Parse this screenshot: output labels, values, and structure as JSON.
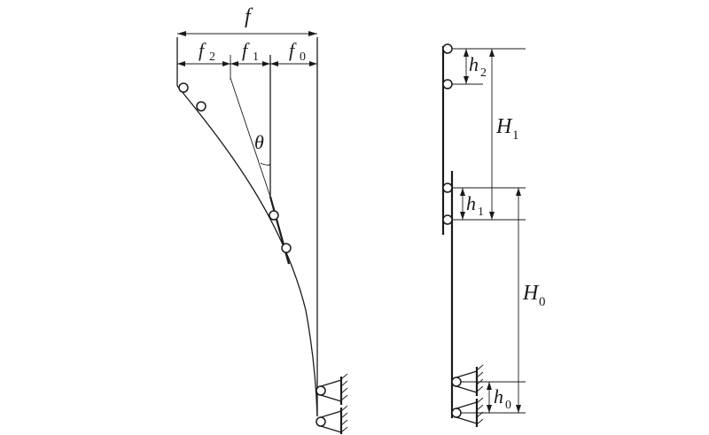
{
  "left_figure": {
    "labels": {
      "f": "f",
      "f2_main": "f",
      "f2_sub": "2",
      "f1_main": "f",
      "f1_sub": "1",
      "f0_main": "f",
      "f0_sub": "0",
      "theta": "θ"
    }
  },
  "right_figure": {
    "labels": {
      "h2_main": "h",
      "h2_sub": "2",
      "H1_main": "H",
      "H1_sub": "1",
      "h1_main": "h",
      "h1_sub": "1",
      "H0_main": "H",
      "H0_sub": "0",
      "h0_main": "h",
      "h0_sub": "0"
    }
  },
  "colors": {
    "ink": "#1a1a1a",
    "background": "#ffffff"
  }
}
